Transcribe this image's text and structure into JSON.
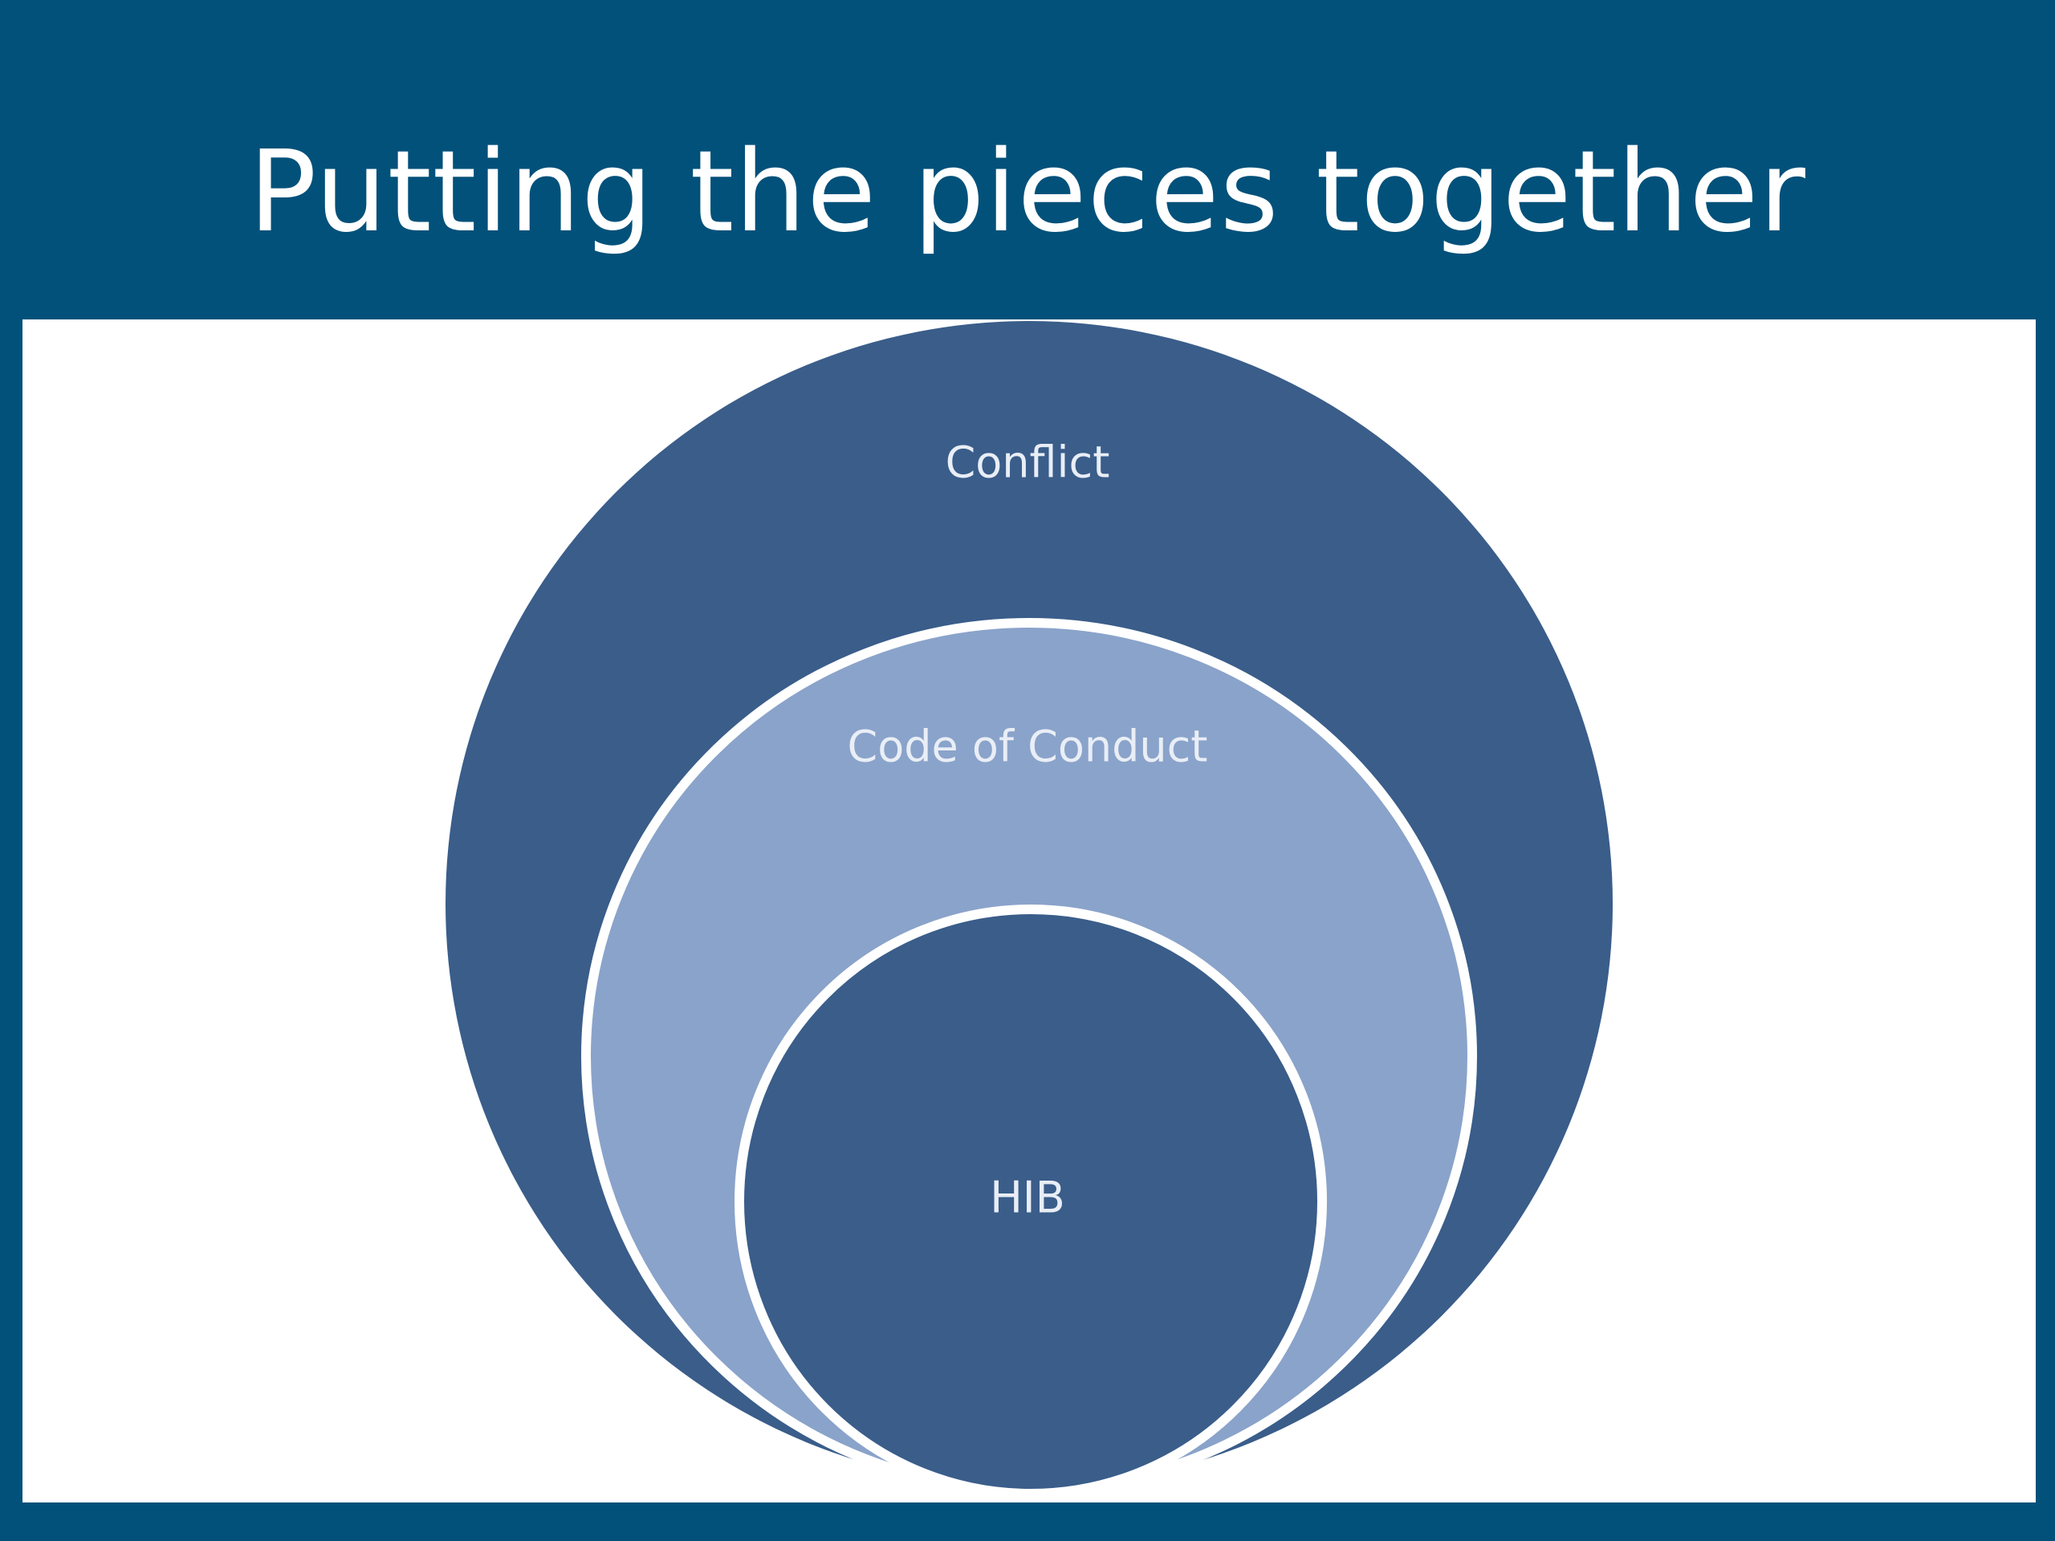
{
  "slide": {
    "title": "Putting the pieces together"
  },
  "diagram": {
    "type": "nested-circles",
    "colors": {
      "background": "#02517a",
      "outer": "#3a5d8a",
      "middle": "#8aa3ca",
      "inner": "#3a5d8a",
      "border": "#ffffff",
      "label": "#e9eef6"
    },
    "levels": [
      {
        "label": "Conflict"
      },
      {
        "label": "Code of Conduct"
      },
      {
        "label": "HIB"
      }
    ]
  }
}
